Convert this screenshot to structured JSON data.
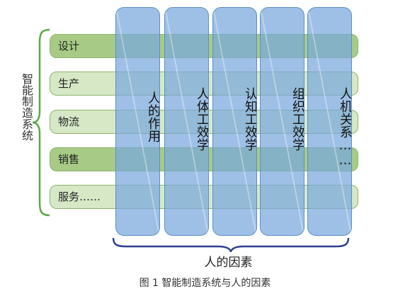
{
  "diagram": {
    "left_group_label": "智能制造系统",
    "rows": [
      {
        "label": "设计",
        "shade": "dark"
      },
      {
        "label": "生产",
        "shade": "light"
      },
      {
        "label": "物流",
        "shade": "light"
      },
      {
        "label": "销售",
        "shade": "dark"
      },
      {
        "label": "服务……",
        "shade": "light"
      }
    ],
    "columns": [
      {
        "label": "人的作用"
      },
      {
        "label": "人体工效学"
      },
      {
        "label": "认知工效学"
      },
      {
        "label": "组织工效学"
      },
      {
        "label": "人机关系……"
      }
    ],
    "bottom_group_label": "人的因素"
  },
  "caption": "图 1 智能制造系统与人的因素",
  "colors": {
    "row_dark": "#a7cb86",
    "row_light": "#d6e8c6",
    "row_border": "#8db36a",
    "column_fill": "#78a8dc",
    "column_border": "#5c8fc6",
    "left_brace": "#5aa845",
    "bottom_brace": "#2f3f8f"
  }
}
